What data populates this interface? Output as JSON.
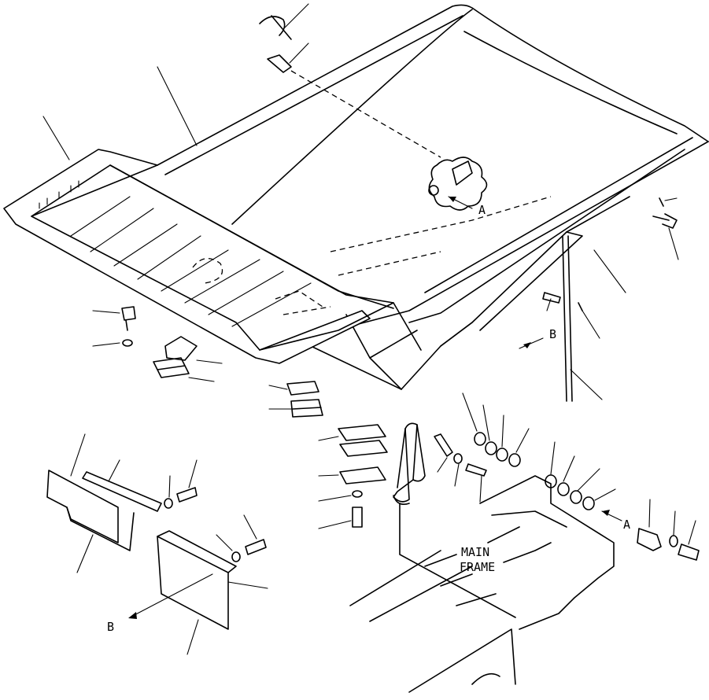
{
  "labels": {
    "main_frame_line1": "MAIN",
    "main_frame_line2": "FRAME",
    "ref_a_top": "A",
    "ref_a_right": "A",
    "ref_b_right": "B",
    "ref_b_bottom": "B"
  }
}
